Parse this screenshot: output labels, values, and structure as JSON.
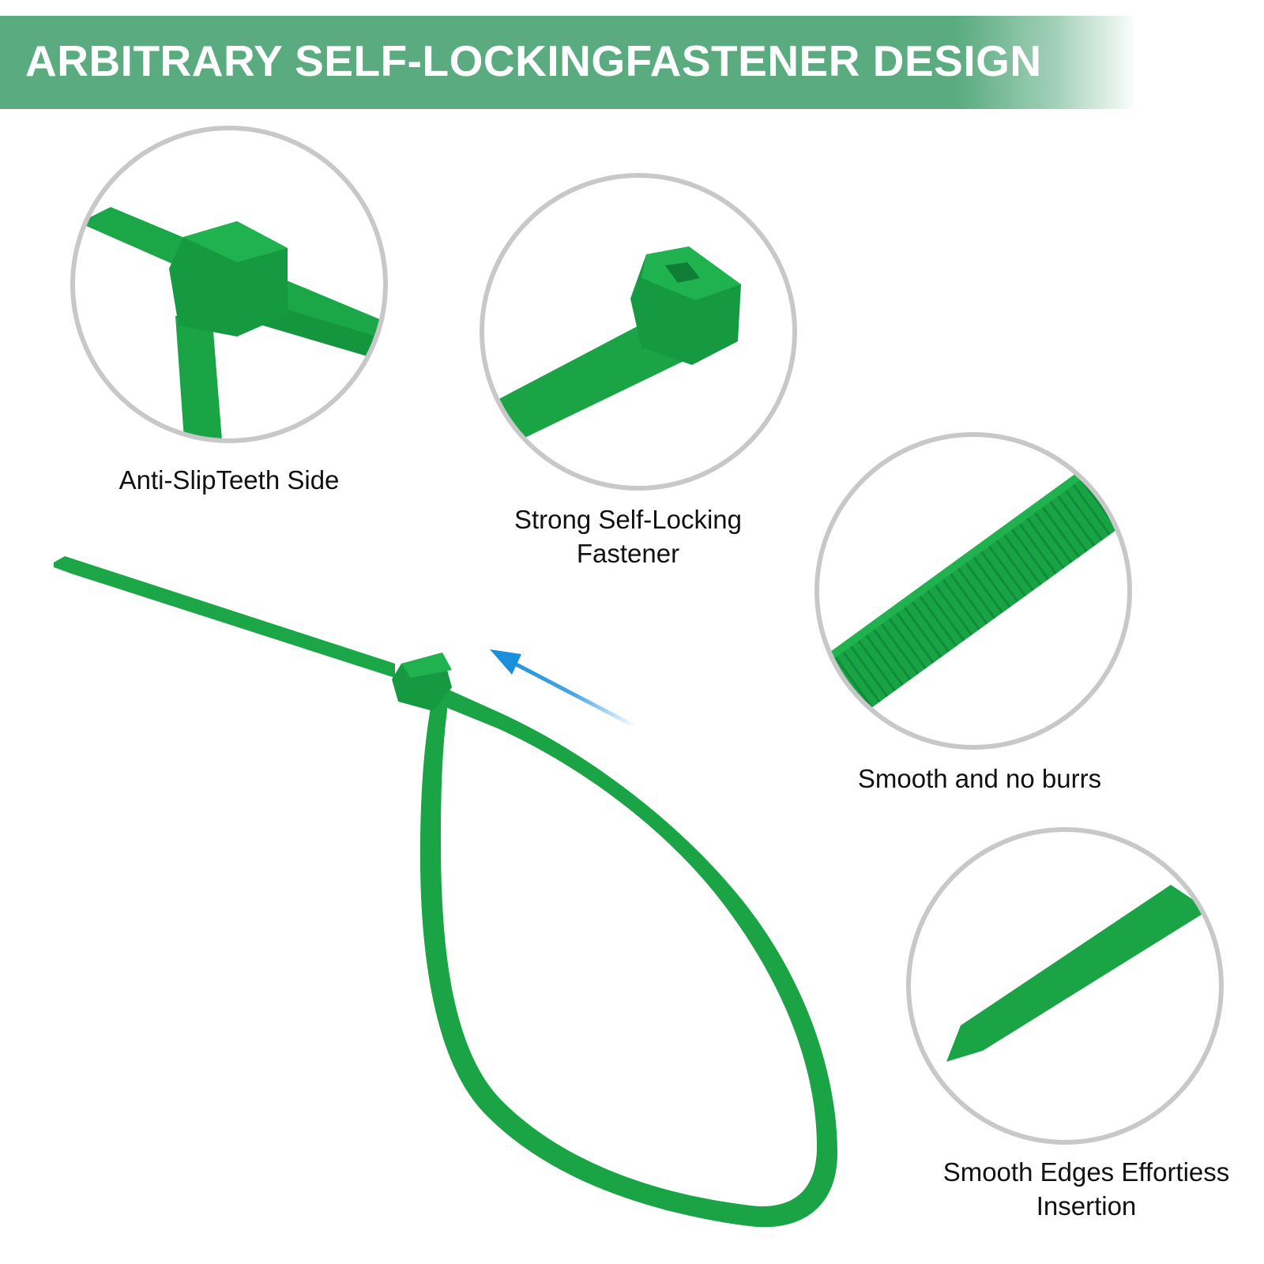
{
  "banner": {
    "title": "ARBITRARY SELF-LOCKINGFASTENER DESIGN",
    "color": "#5aab80"
  },
  "captions": [
    {
      "lines": [
        "Anti-SlipTeeth Side"
      ]
    },
    {
      "lines": [
        "Strong Self-Locking",
        "Fastener"
      ]
    },
    {
      "lines": [
        "Smooth and no burrs"
      ]
    },
    {
      "lines": [
        "Smooth Edges Effortiess",
        "Insertion"
      ]
    }
  ],
  "colors": {
    "tie_green": "#18a445",
    "tie_dark": "#118a3a",
    "circle_border": "#c8c8c8",
    "arrow_blue": "#1a8fdc"
  },
  "icons": {
    "pull_direction": "arrow-icon"
  }
}
